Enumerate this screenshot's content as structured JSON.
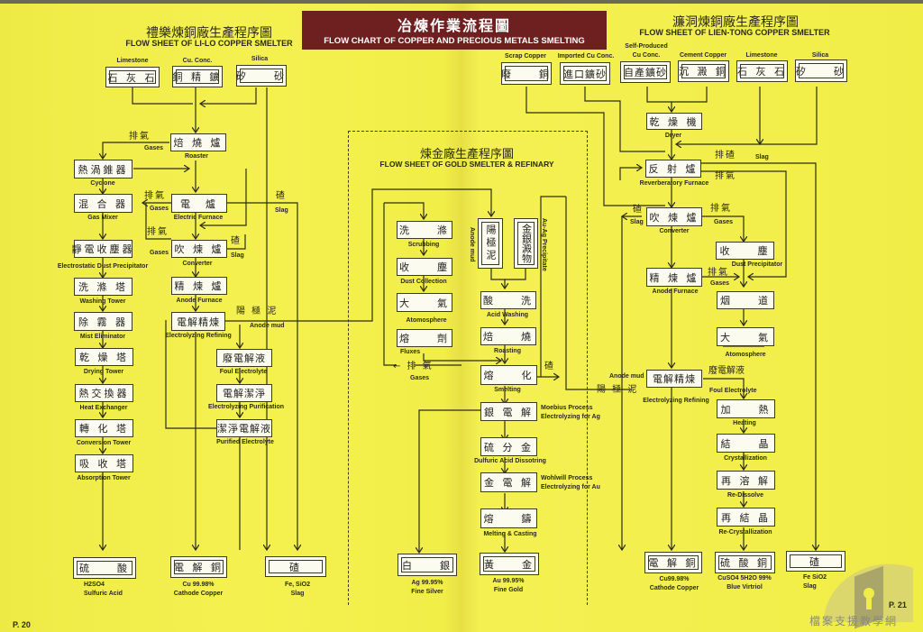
{
  "banner": {
    "title_cn": "冶煉作業流程圖",
    "title_en": "FLOW CHART OF COPPER AND PRECIOUS METALS SMELTING"
  },
  "lilo": {
    "title_cn": "禮樂煉銅廠生產程序圖",
    "title_en": "FLOW SHEET OF LI-LO COPPER SMELTER",
    "inputs": [
      {
        "cn": "石 灰 石",
        "en": "Limestone"
      },
      {
        "cn": "銅 精 鑛",
        "en": "Cu. Conc."
      },
      {
        "cn": "矽　　砂",
        "en": "Silica"
      }
    ],
    "steps": {
      "roaster": {
        "cn": "焙 燒 爐",
        "en": "Roaster"
      },
      "cyclone": {
        "cn": "熱渦錐器",
        "en": "Cyclone"
      },
      "electric_furnace": {
        "cn": "電　爐",
        "en": "Electric Furnace"
      },
      "gas_mixer": {
        "cn": "混 合 器",
        "en": "Gas Mixer"
      },
      "converter": {
        "cn": "吹 煉 爐",
        "en": "Converter"
      },
      "esp": {
        "cn": "靜電收塵器",
        "en": "Electrostatic Dust Precipitator"
      },
      "anode_furnace": {
        "cn": "精 煉 爐",
        "en": "Anode Furnace"
      },
      "washing_tower": {
        "cn": "洗 滌 塔",
        "en": "Washing Tower"
      },
      "electrolyzing_refining": {
        "cn": "電解精煉",
        "en": "Electrolyzing Refining"
      },
      "mist_eliminator": {
        "cn": "除 霧 器",
        "en": "Mist Eliminator"
      },
      "foul_electrolyte": {
        "cn": "廢電解液",
        "en": "Foul Electrolyte"
      },
      "drying_tower": {
        "cn": "乾 燥 塔",
        "en": "Drying Tower"
      },
      "electrolyzing_purification": {
        "cn": "電解潔淨",
        "en": "Electrolyzing Purification"
      },
      "heat_exchanger": {
        "cn": "熱交換器",
        "en": "Heat Exchanger"
      },
      "purified_electrolyte": {
        "cn": "潔淨電解液",
        "en": "Purified Electrolyte"
      },
      "conversion_tower": {
        "cn": "轉 化 塔",
        "en": "Conversion Tower"
      },
      "absorption_tower": {
        "cn": "吸 收 塔",
        "en": "Absorption Tower"
      }
    },
    "flow_labels": {
      "gases_cn": "排氣",
      "gases_en": "Gases",
      "slag_cn": "碴",
      "slag_en": "Slag",
      "anode_mud_cn": "陽 極 泥",
      "anode_mud_en": "Anode mud"
    },
    "outputs": [
      {
        "cn": "硫　　酸",
        "en1": "H2SO4",
        "en2": "Sulfuric Acid"
      },
      {
        "cn": "電 解 銅",
        "en1": "Cu 99.98%",
        "en2": "Cathode Copper"
      },
      {
        "cn": "碴",
        "en1": "Fe, SiO2",
        "en2": "Slag"
      }
    ],
    "page": "P. 20"
  },
  "gold": {
    "title_cn": "煉金廠生產程序圖",
    "title_en": "FLOW SHEET OF GOLD SMELTER & REFINARY",
    "inputs": [
      {
        "cn": "陽極泥",
        "en": "Anode mud"
      },
      {
        "cn": "金銀澱物",
        "en": "Au-Ag Precipitate"
      }
    ],
    "steps": {
      "scrubbing": {
        "cn": "洗　　滌",
        "en": "Scrubbing"
      },
      "dust_collection": {
        "cn": "收　　塵",
        "en": "Dust Collection"
      },
      "atmosphere": {
        "cn": "大　　氣",
        "en": "Atomosphere"
      },
      "fluxes": {
        "cn": "熔　　劑",
        "en": "Fluxes"
      },
      "acid_washing": {
        "cn": "酸　　洗",
        "en": "Acid Washing"
      },
      "roasting": {
        "cn": "焙　　燒",
        "en": "Roasting"
      },
      "smelting": {
        "cn": "熔　　化",
        "en": "Smelting"
      },
      "silver_electrolysis": {
        "cn": "銀 電 解",
        "en1": "Moebius Process",
        "en2": "Electrolyzing for Ag"
      },
      "sulfuric_gold": {
        "cn": "硫 分 金",
        "en": "Dulfuric Acid Dissotring"
      },
      "gold_electrolysis": {
        "cn": "金 電 解",
        "en1": "Wohlwill Process",
        "en2": "Electrolyzing for Au"
      },
      "melting_casting": {
        "cn": "熔　　鑄",
        "en": "Melting & Casting"
      }
    },
    "flow_labels": {
      "gases_cn": "← 排 氣",
      "gases_en": "Gases",
      "slag_cn": "碴"
    },
    "outputs": [
      {
        "cn": "白　　銀",
        "en1": "Ag 99.95%",
        "en2": "Fine Silver"
      },
      {
        "cn": "黃　　金",
        "en1": "Au 99.95%",
        "en2": "Fine Gold"
      }
    ]
  },
  "lientong": {
    "title_cn": "濂洞煉銅廠生產程序圖",
    "title_en": "FLOW SHEET OF LIEN-TONG COPPER SMELTER",
    "inputs": [
      {
        "cn": "廢　　銅",
        "en": "Scrap Copper"
      },
      {
        "cn": "進口鑛砂",
        "en": "Imported Cu Conc."
      },
      {
        "cn": "自產鑛砂",
        "en1": "Self-Produced",
        "en2": "Cu Conc."
      },
      {
        "cn": "沉 澱 銅",
        "en": "Cement Copper"
      },
      {
        "cn": "石 灰 石",
        "en": "Limestone"
      },
      {
        "cn": "矽　　砂",
        "en": "Silica"
      }
    ],
    "steps": {
      "dryer": {
        "cn": "乾 燥 機",
        "en": "Dryer"
      },
      "reverberatory": {
        "cn": "反 射 爐",
        "en": "Reverberatory Furnace"
      },
      "converter": {
        "cn": "吹 煉 爐",
        "en": "Converter"
      },
      "dust_precipitator": {
        "cn": "收　　塵",
        "en": "Dust Precipitator"
      },
      "anode_furnace": {
        "cn": "精 煉 爐",
        "en": "Anode Furnace"
      },
      "flue": {
        "cn": "烟　　道",
        "en": ""
      },
      "atmosphere": {
        "cn": "大　　氣",
        "en": "Atomosphere"
      },
      "electrolyzing_refining": {
        "cn": "電解精煉",
        "en": "Electrolyzing Refining"
      },
      "heating": {
        "cn": "加　　熱",
        "en": "Heating"
      },
      "crystallization": {
        "cn": "結　　晶",
        "en": "Crystallization"
      },
      "redissolve": {
        "cn": "再 溶 解",
        "en": "Re-Dissolve"
      },
      "recrystallization": {
        "cn": "再 結 晶",
        "en": "Re-Crystallization"
      }
    },
    "flow_labels": {
      "slag_out_cn": "排碴",
      "slag_en": "Slag",
      "gases_out_cn": "排氣",
      "gases_en": "Gases",
      "slag_cn": "碴",
      "foul_electrolyte_cn": "廢電解液",
      "foul_electrolyte_en": "Foul Electrolyte",
      "anode_mud_cn": "陽 極 泥",
      "anode_mud_en": "Anode mud"
    },
    "outputs": [
      {
        "cn": "電 解 銅",
        "en1": "Cu99.98%",
        "en2": "Cathode Copper"
      },
      {
        "cn": "硫 酸 銅",
        "en1": "CuSO4 5H2O 99%",
        "en2": "Blue Virtriol"
      },
      {
        "cn": "碴",
        "en1": "Fe SiO2",
        "en2": "Slag"
      }
    ],
    "page": "P. 21"
  },
  "watermark": {
    "text": "檔案支援教學網"
  }
}
